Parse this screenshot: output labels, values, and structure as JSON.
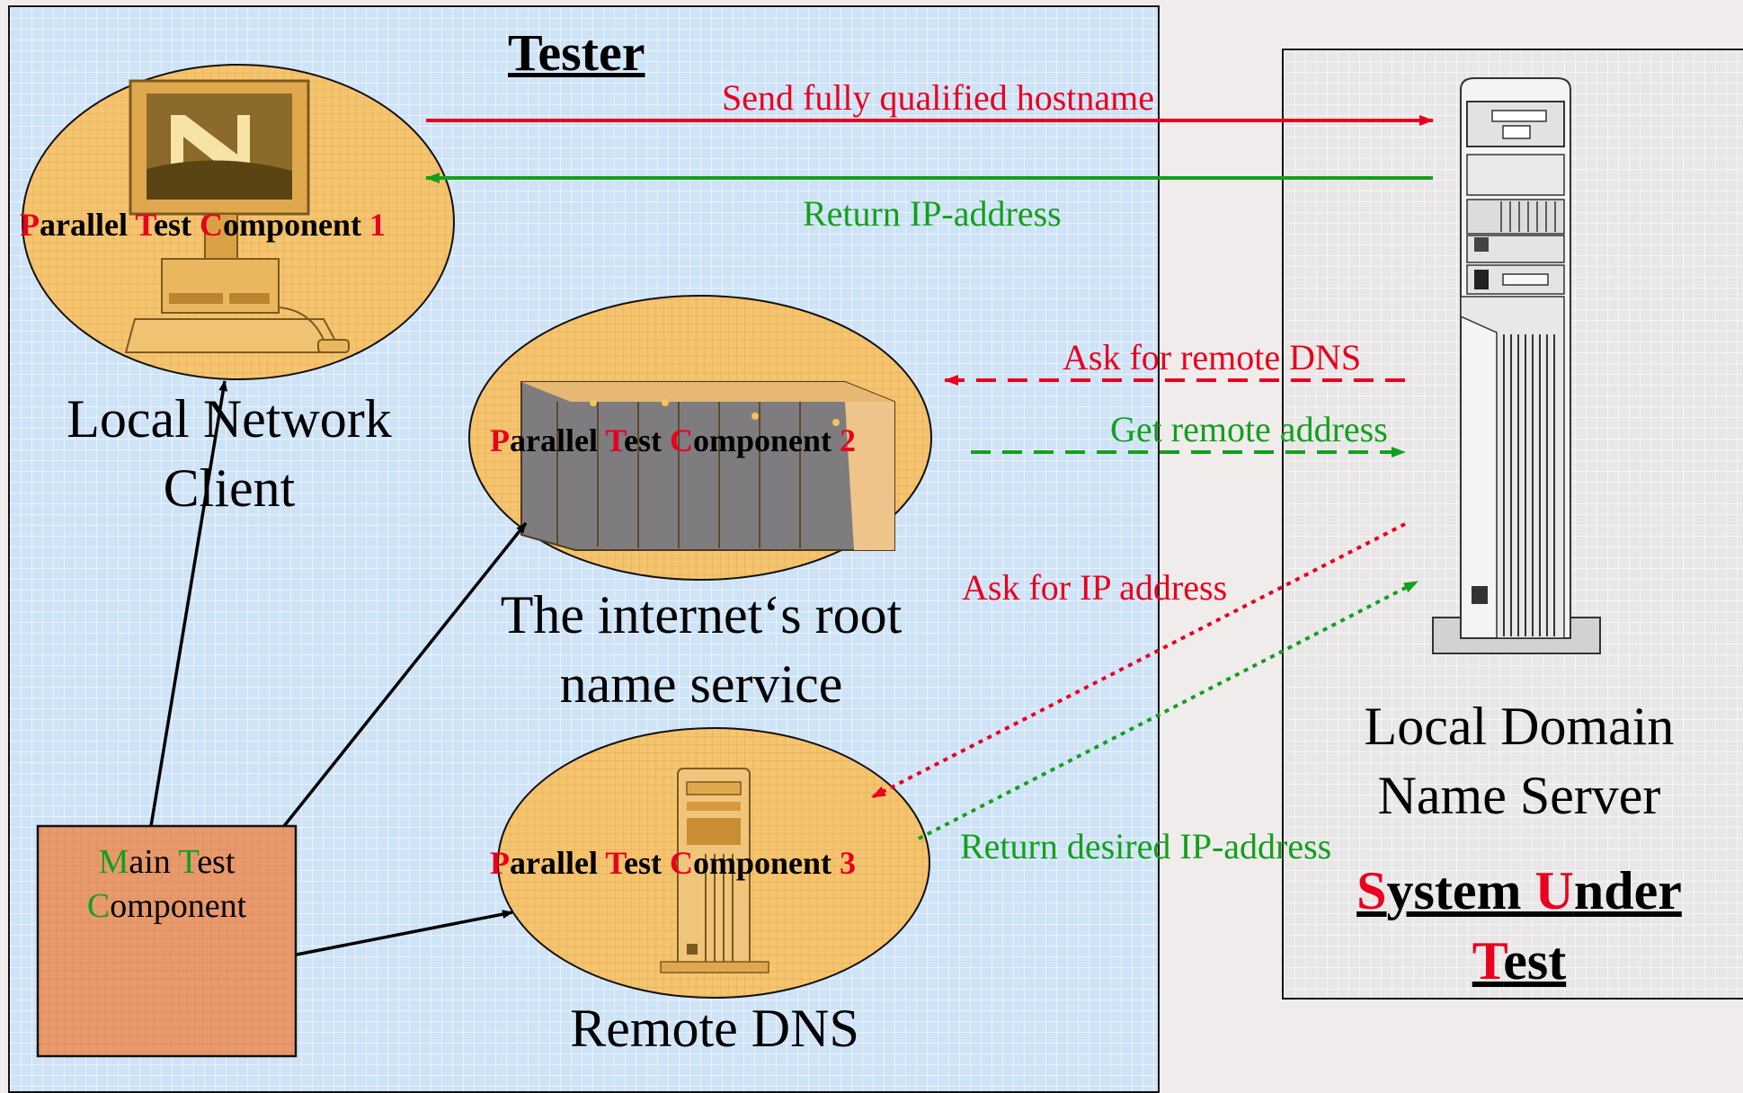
{
  "tester": {
    "title": "Tester"
  },
  "system_under_test": {
    "title_parts": [
      {
        "cap": "S",
        "rest": "ystem "
      },
      {
        "cap": "U",
        "rest": "nder "
      },
      {
        "cap": "T",
        "rest": "est"
      }
    ],
    "label_line1": "Local Domain",
    "label_line2": "Name Server"
  },
  "main_test_component": {
    "parts": [
      {
        "cap": "M",
        "rest": "ain "
      },
      {
        "cap": "T",
        "rest": "est"
      },
      {
        "cap": "C",
        "rest": "omponent"
      }
    ]
  },
  "ptc_words": [
    {
      "cap": "P",
      "rest": "arallel "
    },
    {
      "cap": "T",
      "rest": "est "
    },
    {
      "cap": "C",
      "rest": "omponent "
    }
  ],
  "components": [
    {
      "number": "1",
      "label_line1": "Local Network",
      "label_line2": "Client"
    },
    {
      "number": "2",
      "label_line1": "The internet‘s root",
      "label_line2": "name service"
    },
    {
      "number": "3",
      "label_line1": "Remote DNS",
      "label_line2": ""
    }
  ],
  "messages": [
    {
      "text": "Send fully qualified hostname",
      "color": "#e8001e"
    },
    {
      "text": "Return IP-address",
      "color": "#12a01c"
    },
    {
      "text": "Ask for remote DNS",
      "color": "#e8001e"
    },
    {
      "text": "Get remote address",
      "color": "#12a01c"
    },
    {
      "text": "Ask for IP address",
      "color": "#e8001e"
    },
    {
      "text": "Return desired IP-address",
      "color": "#12a01c"
    }
  ],
  "colors": {
    "ptc_fill": "#f5c46f",
    "mtc_fill": "#e89a6c",
    "tester_bg": "#cfe3f7",
    "request_red": "#e8001e",
    "response_green": "#12a01c"
  },
  "icons": [
    "netscape-pc-icon",
    "server-cabinet-icon",
    "tower-server-icon",
    "dns-tower-icon"
  ]
}
